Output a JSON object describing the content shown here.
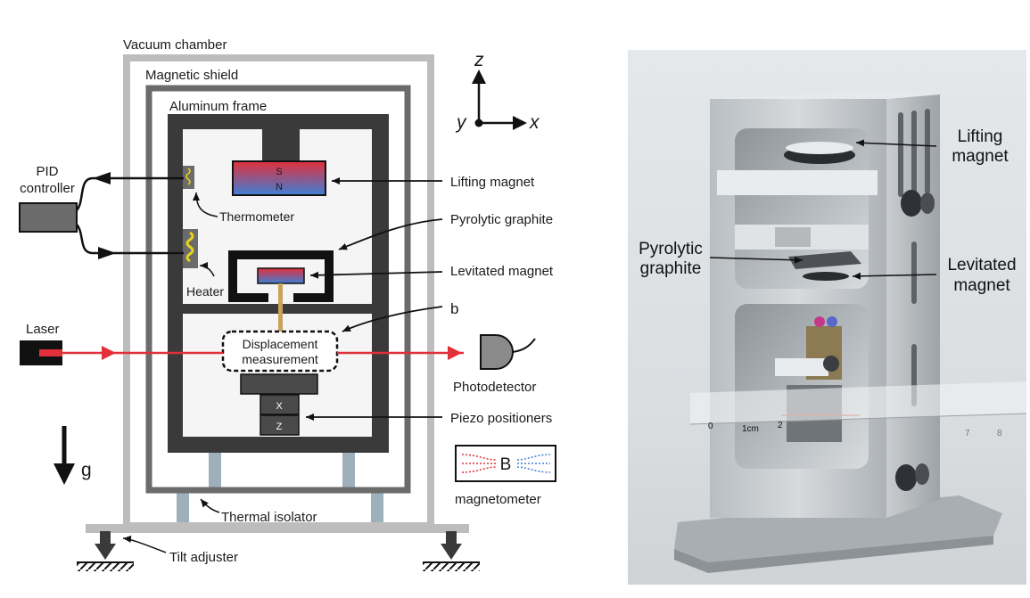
{
  "diagram": {
    "labels": {
      "vacuum_chamber": "Vacuum chamber",
      "magnetic_shield": "Magnetic shield",
      "aluminum_frame": "Aluminum frame",
      "pid_controller_line1": "PID",
      "pid_controller_line2": "controller",
      "thermometer": "Thermometer",
      "heater": "Heater",
      "lifting_magnet": "Lifting magnet",
      "pyrolytic_graphite": "Pyrolytic graphite",
      "levitated_magnet": "Levitated magnet",
      "b_label": "b",
      "displacement_line1": "Displacement",
      "displacement_line2": "measurement",
      "laser": "Laser",
      "photodetector": "Photodetector",
      "piezo_positioners": "Piezo positioners",
      "piezo_x": "X",
      "piezo_z": "Z",
      "magnet_s": "S",
      "magnet_n": "N",
      "gravity": "g",
      "magnetometer_symbol": "B",
      "magnetometer": "magnetometer",
      "thermal_isolator": "Thermal isolator",
      "tilt_adjuster": "Tilt adjuster",
      "axis_z": "z",
      "axis_x": "x",
      "axis_y": "y"
    },
    "colors": {
      "chamber": "#bdbdbd",
      "shield": "#6b6b6b",
      "frame": "#3a3a3a",
      "laser_beam": "#e2303a",
      "magnet_south": "#e2303a",
      "magnet_north": "#3f7fd6",
      "isolator": "#9fb0bd",
      "heater": "#e8d21a",
      "rod": "#c8a45a"
    }
  },
  "photo": {
    "labels": {
      "lifting_line1": "Lifting",
      "lifting_line2": "magnet",
      "pyrolytic_line1": "Pyrolytic",
      "pyrolytic_line2": "graphite",
      "levitated_line1": "Levitated",
      "levitated_line2": "magnet",
      "ruler_0": "0",
      "ruler_1cm": "1cm",
      "ruler_2": "2",
      "ruler_7": "7",
      "ruler_8": "8"
    }
  }
}
